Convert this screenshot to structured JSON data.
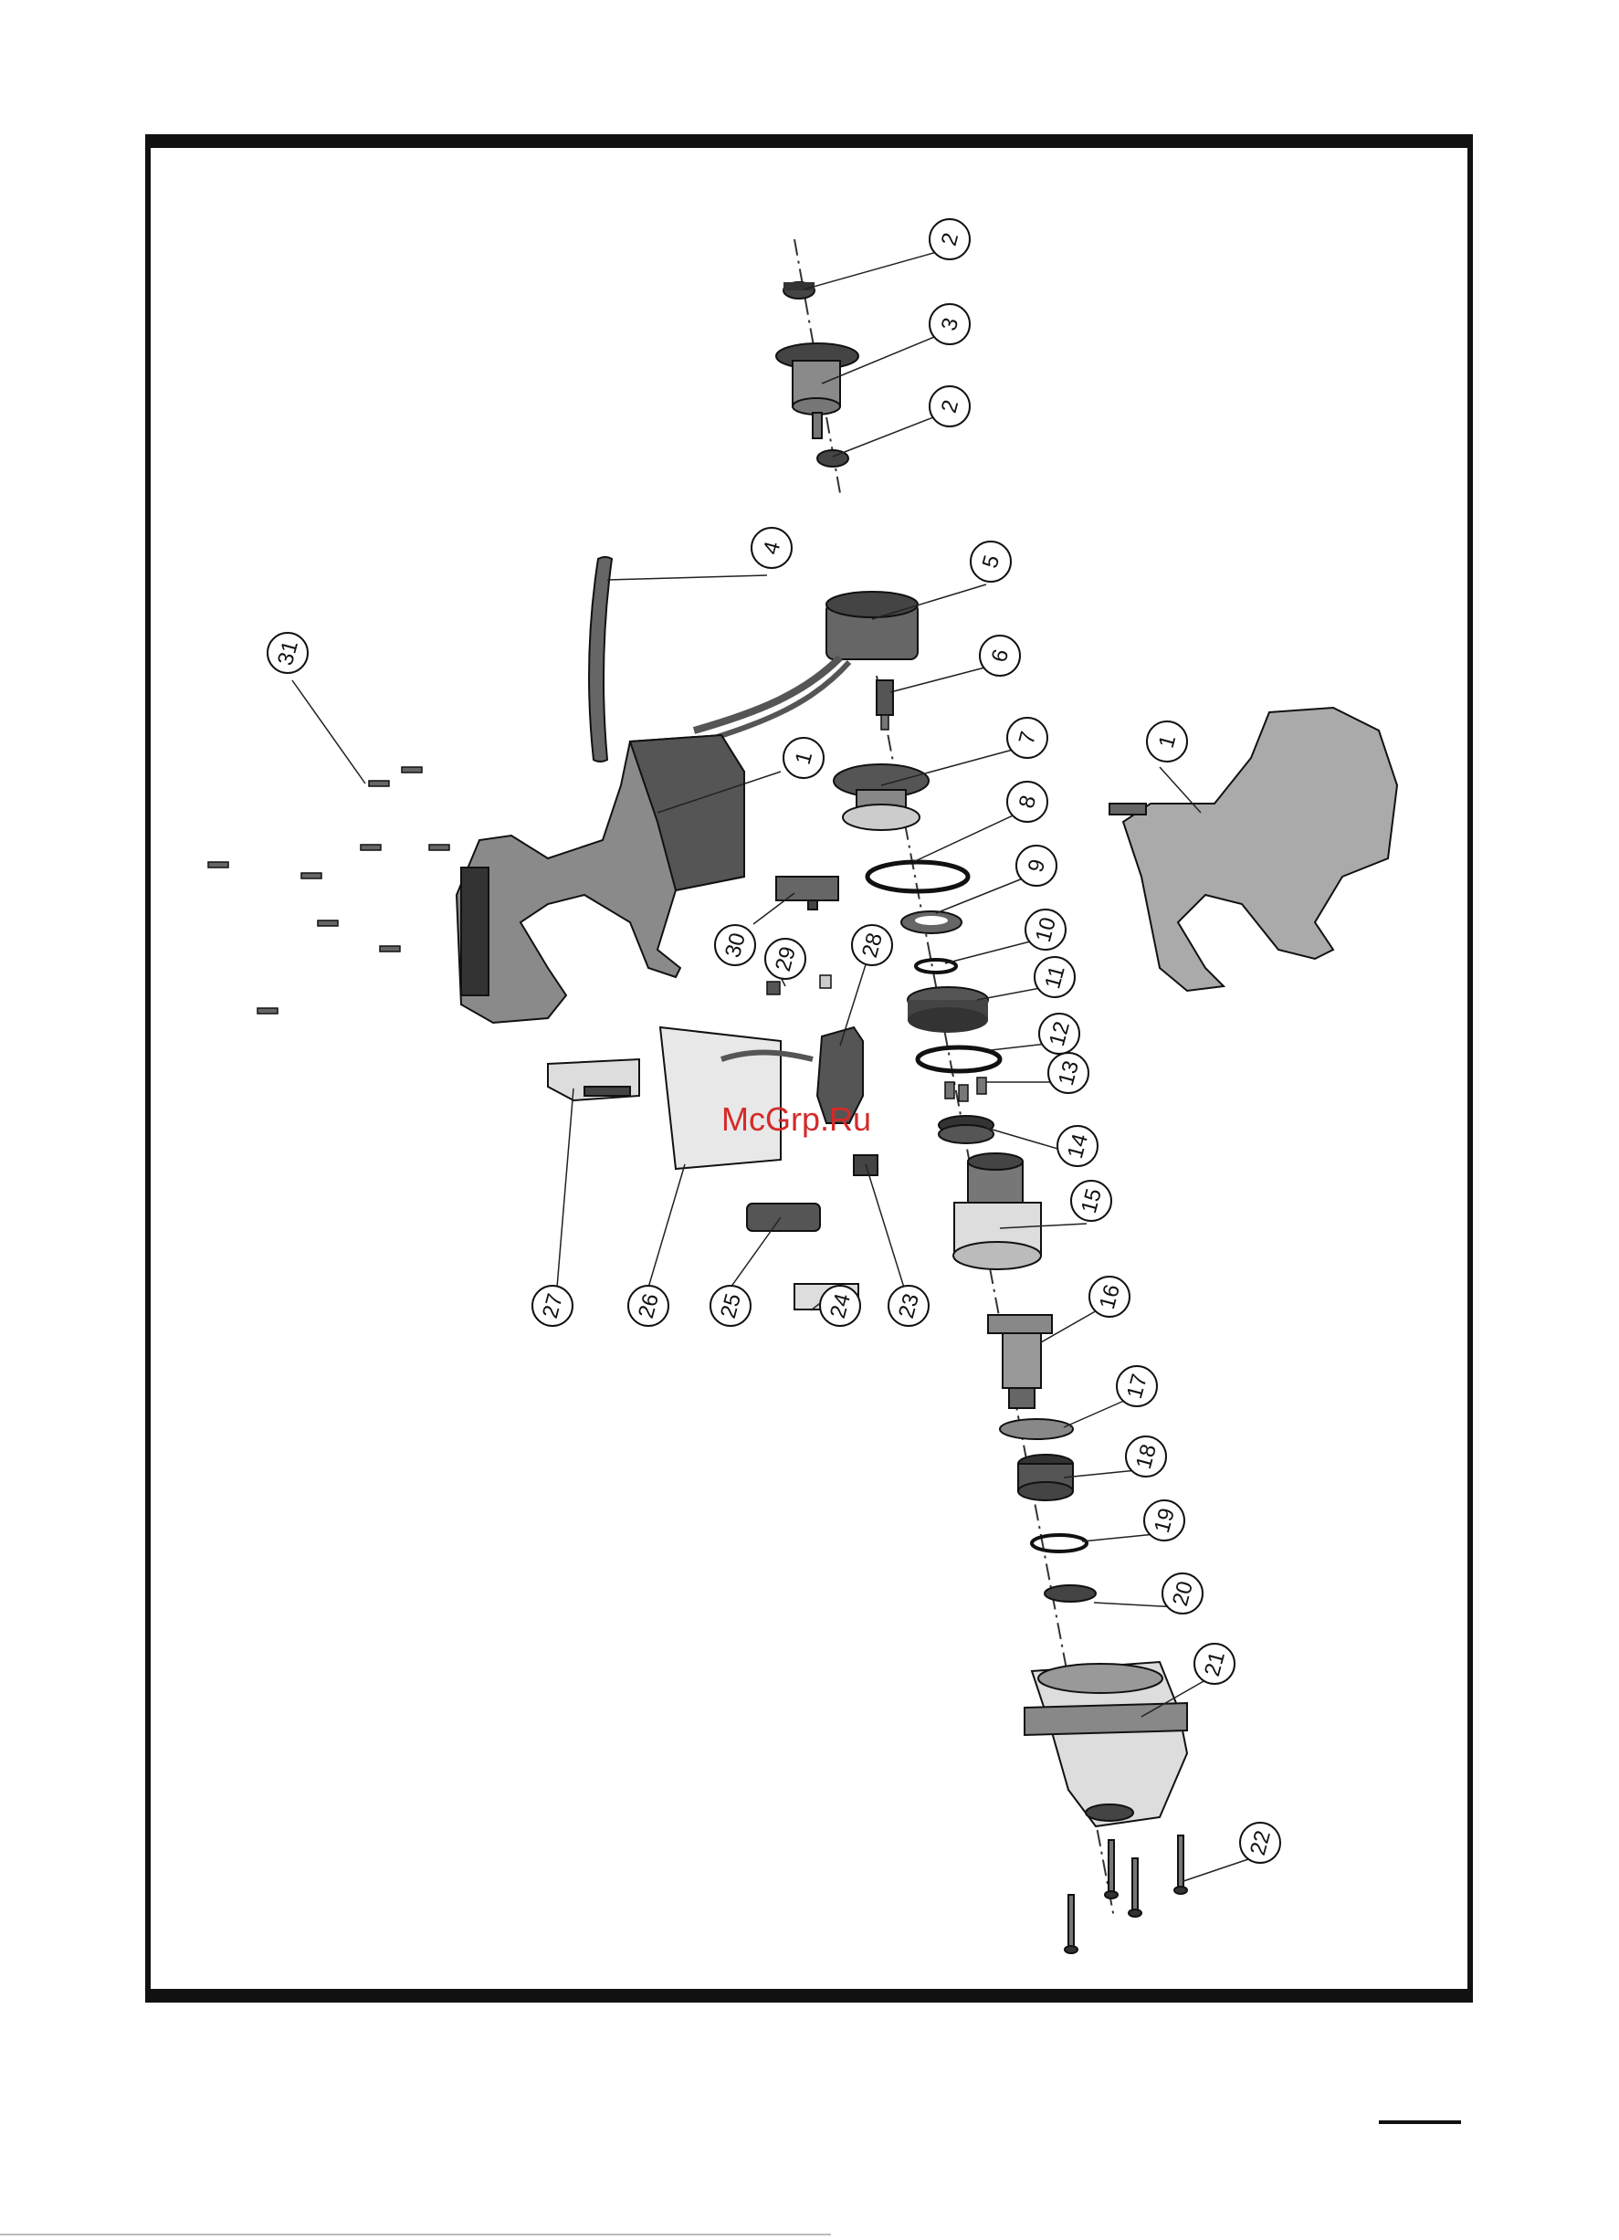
{
  "watermark": "McGrp.Ru",
  "callouts": [
    "1",
    "2",
    "3",
    "4",
    "5",
    "6",
    "7",
    "8",
    "9",
    "10",
    "11",
    "12",
    "13",
    "14",
    "15",
    "16",
    "17",
    "18",
    "19",
    "20",
    "21",
    "22",
    "23",
    "24",
    "25",
    "26",
    "27",
    "28",
    "29",
    "30",
    "31"
  ],
  "colors": {
    "frame": "#111111",
    "line": "#222222",
    "watermark": "#d42a2a",
    "part": "#3a3a3a"
  }
}
